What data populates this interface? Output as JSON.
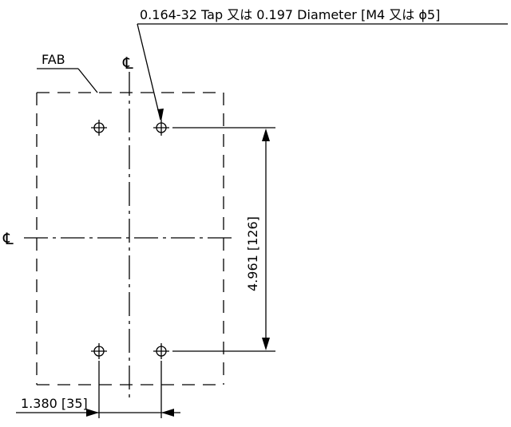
{
  "callout": {
    "text": "0.164-32 Tap 又は 0.197 Diameter [M4 又は ϕ5]"
  },
  "labels": {
    "fab": "FAB",
    "vertical_dim": "4.961 [126]",
    "horizontal_dim": "1.380 [35]"
  },
  "symbols": {
    "centerline_top": "℄",
    "centerline_left": "℄"
  }
}
